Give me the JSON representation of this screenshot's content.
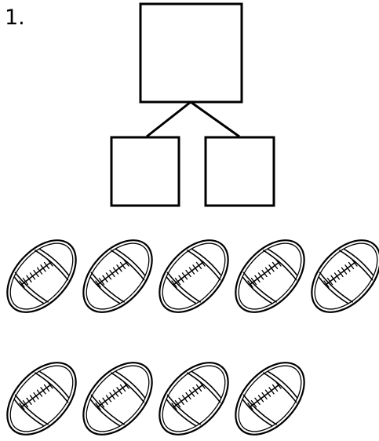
{
  "problem": {
    "number_label": "1."
  },
  "number_bond": {
    "whole": "",
    "part_left": "",
    "part_right": ""
  },
  "objects": {
    "icon": "football-icon",
    "rows": [
      {
        "count": 5
      },
      {
        "count": 4
      }
    ],
    "total": 9
  },
  "colors": {
    "stroke": "#000000",
    "background": "#ffffff"
  }
}
